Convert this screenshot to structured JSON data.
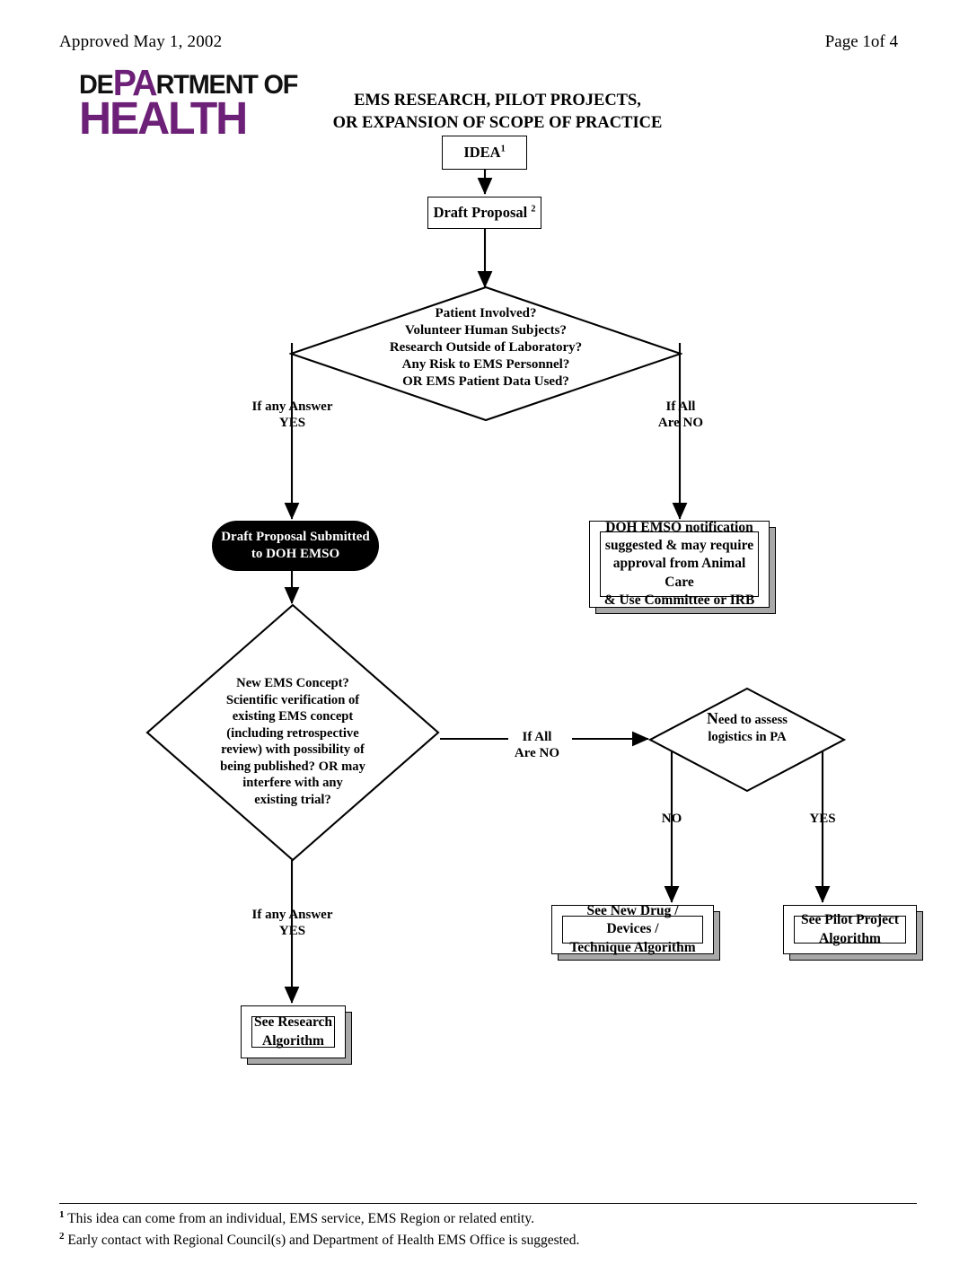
{
  "header": {
    "approved": "Approved May 1, 2002",
    "page": "Page 1of 4"
  },
  "logo": {
    "line1_a": "DE",
    "line1_pa": "PA",
    "line1_b": "RTMENT OF",
    "line2": "HEALTH",
    "purple": "#6d2077"
  },
  "title": {
    "line1": "EMS RESEARCH, PILOT PROJECTS,",
    "line2": "OR EXPANSION OF SCOPE OF PRACTICE"
  },
  "nodes": {
    "idea": "IDEA",
    "idea_sup": "1",
    "draft_proposal": "Draft Proposal ",
    "draft_proposal_sup": "2",
    "decision1": [
      "Patient Involved?",
      "Volunteer Human Subjects?",
      "Research Outside of Laboratory?",
      "Any Risk to EMS Personnel?",
      "OR EMS Patient Data Used?"
    ],
    "submitted": [
      "Draft Proposal Submitted",
      "to DOH EMSO"
    ],
    "notification": [
      "DOH EMSO notification",
      "suggested & may require",
      "approval from Animal Care",
      "& Use Committee or IRB"
    ],
    "decision2": [
      "New EMS Concept?",
      "Scientific verification of",
      "existing EMS concept",
      "(including retrospective",
      "review) with possibility of",
      "being published? OR may",
      "interfere with any",
      "existing trial?"
    ],
    "decision3_cap": "N",
    "decision3": [
      "eed to assess",
      "logistics in PA"
    ],
    "new_drug": [
      "See New Drug / Devices /",
      "Technique Algorithm"
    ],
    "pilot_project": [
      "See Pilot Project",
      "Algorithm"
    ],
    "research_algo": [
      "See Research",
      "Algorithm"
    ]
  },
  "edges": {
    "yes1": "If any Answer\nYES",
    "no1": "If All\nAre NO",
    "no2": "If All\nAre NO",
    "yes2": "If any Answer\nYES",
    "no3": "NO",
    "yes3": "YES"
  },
  "footnotes": [
    {
      "marker": "1",
      "text": "This idea can come from an individual, EMS service, EMS Region or related entity."
    },
    {
      "marker": "2",
      "text": "Early contact with Regional Council(s) and Department of Health EMS Office is suggested."
    }
  ]
}
